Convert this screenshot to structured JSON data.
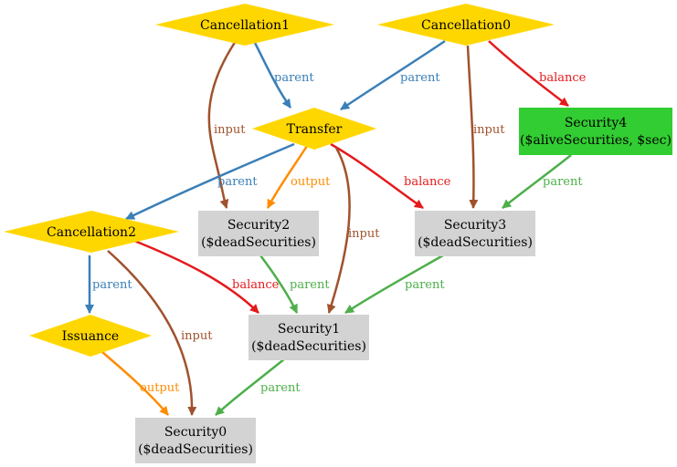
{
  "colors": {
    "diamond_fill": "#FFD700",
    "box_gray": "#D3D3D3",
    "box_green": "#32CD32",
    "parent_blue": "#3A7FB8",
    "parent_green": "#4DAF4A",
    "balance": "#E41A1C",
    "input": "#A0522D",
    "output": "#FF8C00"
  },
  "nodes": {
    "cancellation1": {
      "label": "Cancellation1"
    },
    "cancellation0": {
      "label": "Cancellation0"
    },
    "transfer": {
      "label": "Transfer"
    },
    "security4": {
      "line1": "Security4",
      "line2": "($aliveSecurities, $sec)"
    },
    "cancellation2": {
      "label": "Cancellation2"
    },
    "security2": {
      "line1": "Security2",
      "line2": "($deadSecurities)"
    },
    "security3": {
      "line1": "Security3",
      "line2": "($deadSecurities)"
    },
    "issuance": {
      "label": "Issuance"
    },
    "security1": {
      "line1": "Security1",
      "line2": "($deadSecurities)"
    },
    "security0": {
      "line1": "Security0",
      "line2": "($deadSecurities)"
    }
  },
  "edges": [
    {
      "from": "Cancellation1",
      "to": "Transfer",
      "label": "parent"
    },
    {
      "from": "Cancellation0",
      "to": "Transfer",
      "label": "parent"
    },
    {
      "from": "Cancellation0",
      "to": "Security4",
      "label": "balance"
    },
    {
      "from": "Cancellation1",
      "to": "Security2",
      "label": "input"
    },
    {
      "from": "Cancellation0",
      "to": "Security3",
      "label": "input"
    },
    {
      "from": "Transfer",
      "to": "Cancellation2",
      "label": "parent"
    },
    {
      "from": "Transfer",
      "to": "Security2",
      "label": "output"
    },
    {
      "from": "Transfer",
      "to": "Security3",
      "label": "balance"
    },
    {
      "from": "Transfer",
      "to": "Security1",
      "label": "input"
    },
    {
      "from": "Security4",
      "to": "Security3",
      "label": "parent"
    },
    {
      "from": "Cancellation2",
      "to": "Issuance",
      "label": "parent"
    },
    {
      "from": "Cancellation2",
      "to": "Security1",
      "label": "balance"
    },
    {
      "from": "Cancellation2",
      "to": "Security0",
      "label": "input"
    },
    {
      "from": "Security2",
      "to": "Security1",
      "label": "parent"
    },
    {
      "from": "Security3",
      "to": "Security1",
      "label": "parent"
    },
    {
      "from": "Issuance",
      "to": "Security0",
      "label": "output"
    },
    {
      "from": "Security1",
      "to": "Security0",
      "label": "parent"
    }
  ]
}
